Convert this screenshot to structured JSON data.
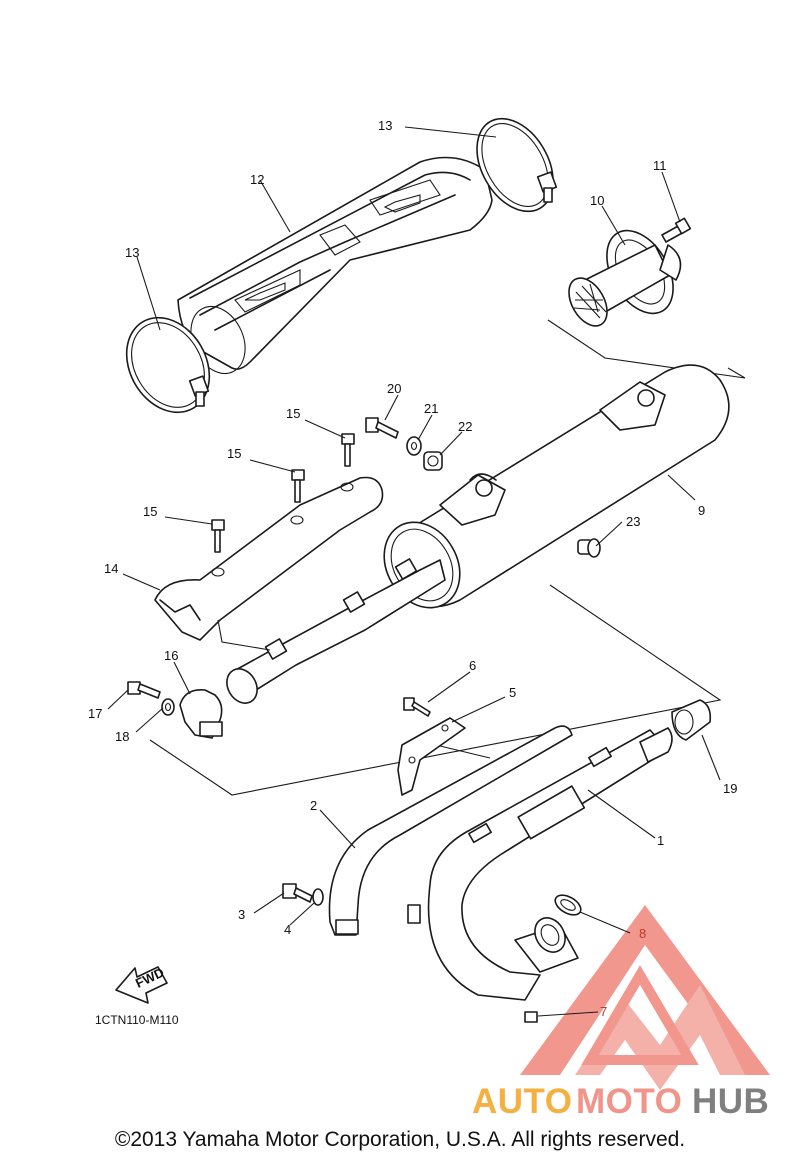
{
  "diagram": {
    "callouts": [
      {
        "id": "1",
        "label": "1"
      },
      {
        "id": "2",
        "label": "2"
      },
      {
        "id": "3",
        "label": "3"
      },
      {
        "id": "4",
        "label": "4"
      },
      {
        "id": "5",
        "label": "5"
      },
      {
        "id": "6",
        "label": "6"
      },
      {
        "id": "7",
        "label": "7"
      },
      {
        "id": "8",
        "label": "8"
      },
      {
        "id": "9",
        "label": "9"
      },
      {
        "id": "10",
        "label": "10"
      },
      {
        "id": "11",
        "label": "11"
      },
      {
        "id": "12",
        "label": "12"
      },
      {
        "id": "13a",
        "label": "13"
      },
      {
        "id": "13b",
        "label": "13"
      },
      {
        "id": "14",
        "label": "14"
      },
      {
        "id": "15a",
        "label": "15"
      },
      {
        "id": "15b",
        "label": "15"
      },
      {
        "id": "15c",
        "label": "15"
      },
      {
        "id": "16",
        "label": "16"
      },
      {
        "id": "17",
        "label": "17"
      },
      {
        "id": "18",
        "label": "18"
      },
      {
        "id": "19",
        "label": "19"
      },
      {
        "id": "20",
        "label": "20"
      },
      {
        "id": "21",
        "label": "21"
      },
      {
        "id": "22",
        "label": "22"
      },
      {
        "id": "23",
        "label": "23"
      }
    ],
    "fwd_label": "FWD",
    "diagram_code": "1CTN110-M110"
  },
  "watermark": {
    "part1": "AUTO",
    "part2": "MOTO",
    "part3": "HUB",
    "color1": "#f5b041",
    "color2": "#f1948a",
    "color3": "#7f7f7f",
    "logo_color": "#ec7063"
  },
  "copyright": "©2013 Yamaha Motor Corporation, U.S.A. All rights reserved."
}
